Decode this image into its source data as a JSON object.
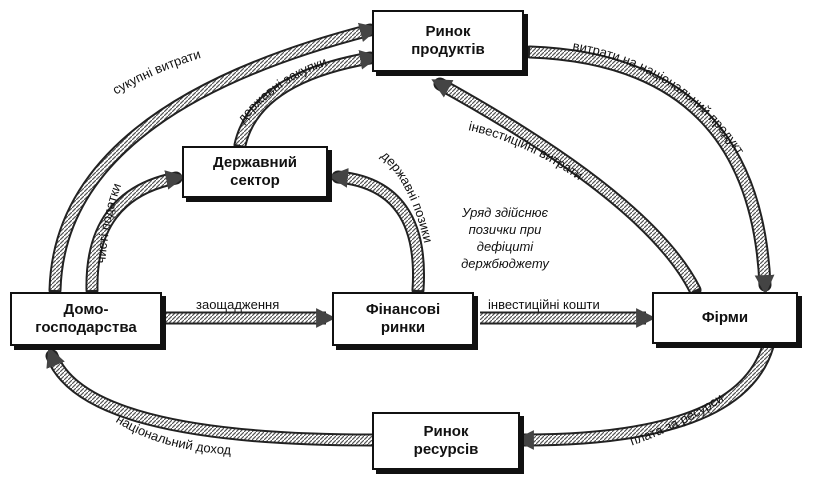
{
  "nodes": {
    "product_market": "Ринок\nпродуктів",
    "government": "Державний\nсектор",
    "households": "Домо-\nгосподарства",
    "financial_markets": "Фінансові\nринки",
    "firms": "Фірми",
    "resource_market": "Ринок\nресурсів"
  },
  "flows": {
    "total_spending": "сукупні витрати",
    "government_purchases": "державні закупки",
    "net_taxes": "чисті податки",
    "government_borrowing": "державні позики",
    "investment_spending": "інвестиційні витрати",
    "national_product_spending": "витрати на національний продукт",
    "savings": "заощадження",
    "investment_funds": "інвестиційні кошти",
    "resource_payments": "плата за ресурси",
    "national_income": "національний доход"
  },
  "note": "Уряд здійснює\nпозички при\nдефіциті\nдержбюджету"
}
